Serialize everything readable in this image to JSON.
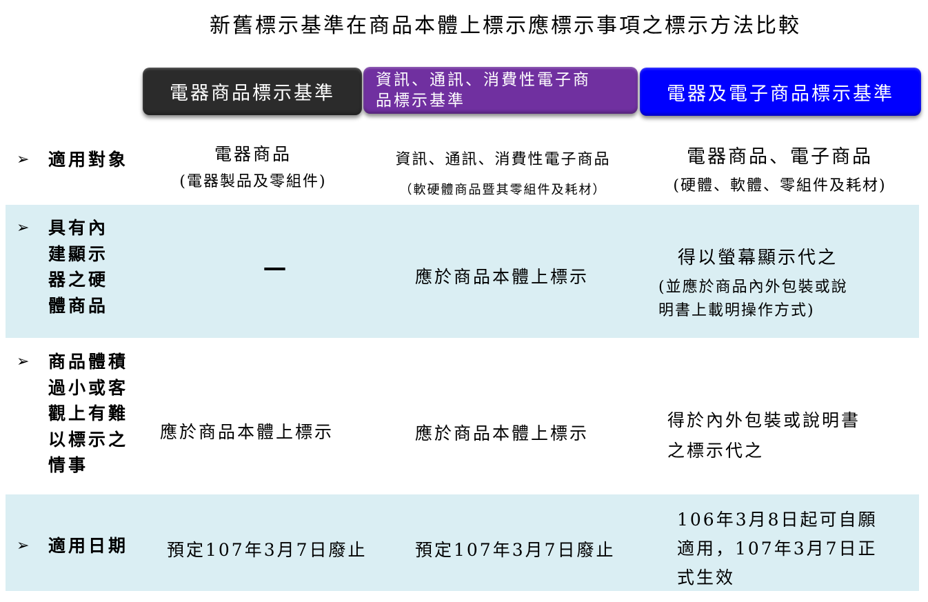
{
  "title": "新舊標示基準在商品本體上標示應標示事項之標示方法比較",
  "columns": [
    {
      "label": "電器商品標示基準",
      "color": "#2b2b2b"
    },
    {
      "label_line1": "資訊、通訊、消費性電子商",
      "label_line2": "品標示基準",
      "color": "#7030a0"
    },
    {
      "label": "電器及電子商品標示基準",
      "color": "#0000ff"
    }
  ],
  "row_band_color": "#daeef3",
  "bullet_icon": "➢",
  "rows": [
    {
      "label": "適用對象",
      "cells": [
        {
          "main": "電器商品",
          "sub": "(電器製品及零組件)"
        },
        {
          "main": "資訊、通訊、消費性電子商品",
          "sub": "（軟硬體商品暨其零組件及耗材）"
        },
        {
          "main": "電器商品、電子商品",
          "sub": "(硬體、軟體、零組件及耗材)"
        }
      ]
    },
    {
      "label_lines": [
        "具有內",
        "建顯示",
        "器之硬",
        "體商品"
      ],
      "cells": [
        {
          "main": "—"
        },
        {
          "main": "應於商品本體上標示"
        },
        {
          "main": "得以螢幕顯示代之",
          "sub_line1": "(並應於商品內外包裝或說",
          "sub_line2": "明書上載明操作方式)"
        }
      ]
    },
    {
      "label_lines": [
        "商品體積",
        "過小或客",
        "觀上有難",
        "以標示之",
        "情事"
      ],
      "cells": [
        {
          "main": "應於商品本體上標示"
        },
        {
          "main": "應於商品本體上標示"
        },
        {
          "line1": "得於內外包裝或說明書",
          "line2": "之標示代之"
        }
      ]
    },
    {
      "label": "適用日期",
      "cells": [
        {
          "main": "預定107年3月7日廢止"
        },
        {
          "main": "預定107年3月7日廢止"
        },
        {
          "line1": "106年3月8日起可自願",
          "line2": "適用，107年3月7日正",
          "line3": "式生效"
        }
      ]
    }
  ]
}
